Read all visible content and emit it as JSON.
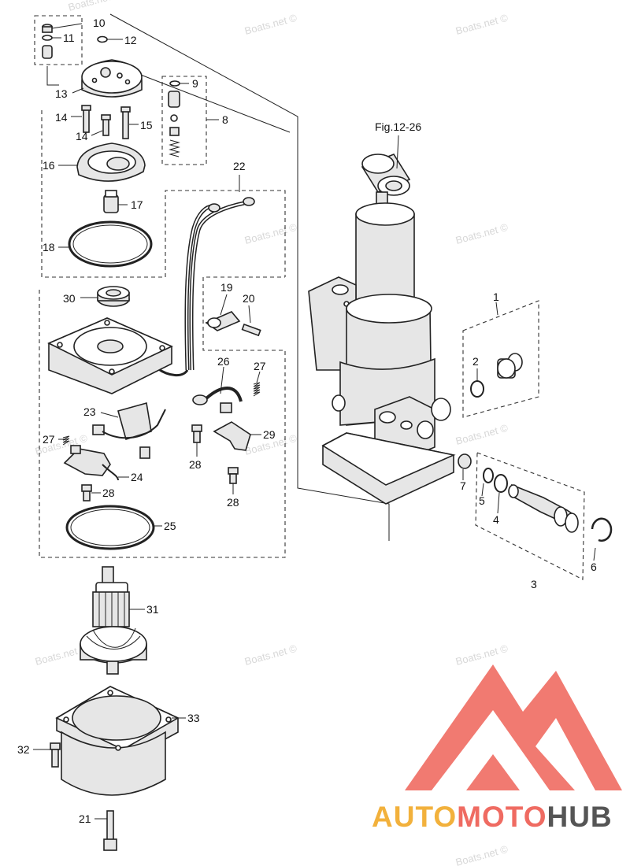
{
  "figure_ref": "Fig.12-26",
  "callouts": {
    "c1": "1",
    "c2": "2",
    "c3": "3",
    "c4": "4",
    "c5": "5",
    "c6": "6",
    "c7": "7",
    "c8": "8",
    "c9": "9",
    "c10": "10",
    "c11": "11",
    "c12": "12",
    "c13": "13",
    "c14a": "14",
    "c14b": "14",
    "c15": "15",
    "c16": "16",
    "c17": "17",
    "c18": "18",
    "c19": "19",
    "c20": "20",
    "c21": "21",
    "c22": "22",
    "c23": "23",
    "c24": "24",
    "c25": "25",
    "c26": "26",
    "c27a": "27",
    "c27b": "27",
    "c28a": "28",
    "c28b": "28",
    "c28c": "28",
    "c29": "29",
    "c30": "30",
    "c31": "31",
    "c32": "32",
    "c33": "33"
  },
  "watermark": "Boats.net ©",
  "logo": {
    "part1": "AUTO",
    "part2": "MOTO",
    "part3": "HUB",
    "color_auto": "#f2b13c",
    "color_moto": "#ef6b62",
    "color_hub": "#555555",
    "color_mark": "#ef6b62"
  }
}
